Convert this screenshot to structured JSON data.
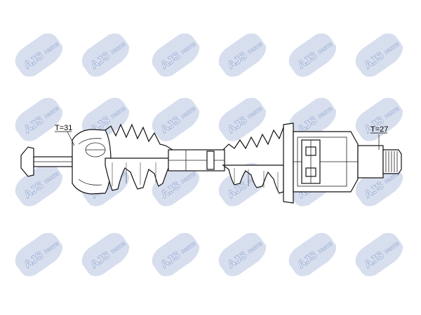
{
  "watermark": {
    "brand": "AJS",
    "sub": "PARTS",
    "color": "#1f4aa0"
  },
  "diagram": {
    "left_label": "T=31",
    "right_label": "T=27"
  }
}
